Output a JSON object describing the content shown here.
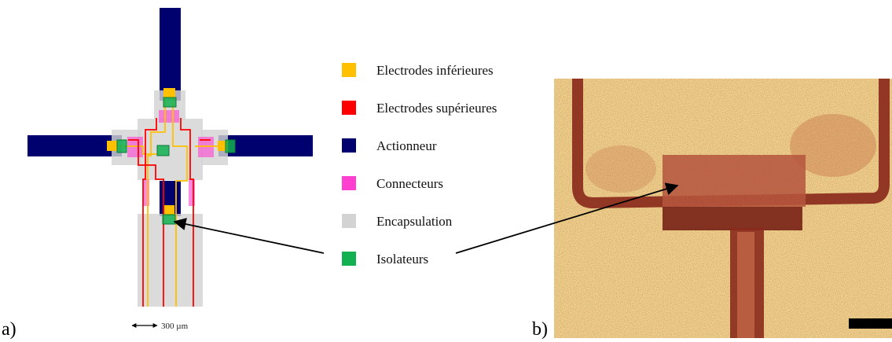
{
  "panels": {
    "a_label": "a)",
    "b_label": "b)"
  },
  "scale_bar": {
    "label": "300 µm"
  },
  "legend": [
    {
      "label": "Electrodes inférieures",
      "color": "#FFC000"
    },
    {
      "label": "Electrodes supérieures",
      "color": "#FF0000"
    },
    {
      "label": "Actionneur",
      "color": "#00006E"
    },
    {
      "label": "Connecteurs",
      "color": "#FF3FD0"
    },
    {
      "label": "Encapsulation",
      "color": "#D3D3D3"
    },
    {
      "label": "Isolateurs",
      "color": "#12B050"
    }
  ],
  "colors": {
    "photo_background": "#EDD08A",
    "photo_feature": "#8A2A1C",
    "arrow": "#000000"
  }
}
